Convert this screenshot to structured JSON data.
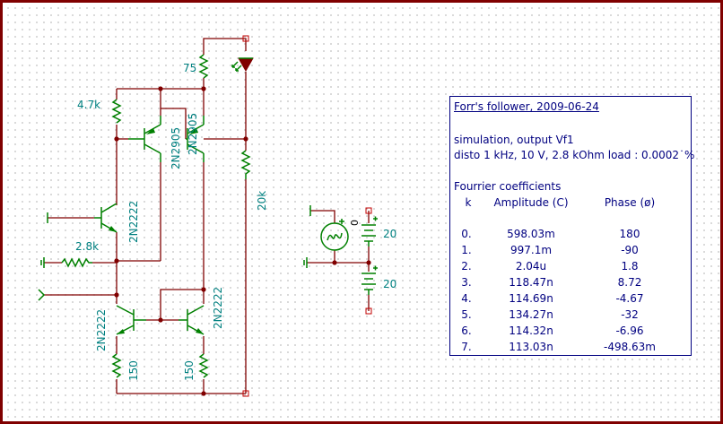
{
  "schematic": {
    "labels": {
      "r_top": "75",
      "r_47k": "4.7k",
      "r_28k": "2.8k",
      "r_20k": "20k",
      "r_150_left": "150",
      "r_150_right": "150",
      "q1": "2N2905",
      "q2": "2N2905",
      "q3": "2N2222",
      "q4": "2N2222",
      "q5": "2N2222",
      "v_src": "0",
      "v_bat1": "20",
      "v_bat2": "20"
    }
  },
  "panel": {
    "title": "Forr's follower, 2009-06-24",
    "sim_line": "simulation, output Vf1",
    "disto_line": "disto 1 kHz, 10 V, 2.8 kOhm load : 0.0002˙%",
    "fourier_title": "Fourrier coefficients",
    "headers": {
      "k": "k",
      "amp": "Amplitude (C)",
      "phase": "Phase (ø)"
    },
    "rows": [
      {
        "k": "0.",
        "amp": "598.03m",
        "phase": "180"
      },
      {
        "k": "1.",
        "amp": "997.1m",
        "phase": "-90"
      },
      {
        "k": "2.",
        "amp": "2.04u",
        "phase": "1.8"
      },
      {
        "k": "3.",
        "amp": "118.47n",
        "phase": "8.72"
      },
      {
        "k": "4.",
        "amp": "114.69n",
        "phase": "-4.67"
      },
      {
        "k": "5.",
        "amp": "134.27n",
        "phase": "-32"
      },
      {
        "k": "6.",
        "amp": "114.32n",
        "phase": "-6.96"
      },
      {
        "k": "7.",
        "amp": "113.03n",
        "phase": "-498.63m"
      }
    ]
  }
}
